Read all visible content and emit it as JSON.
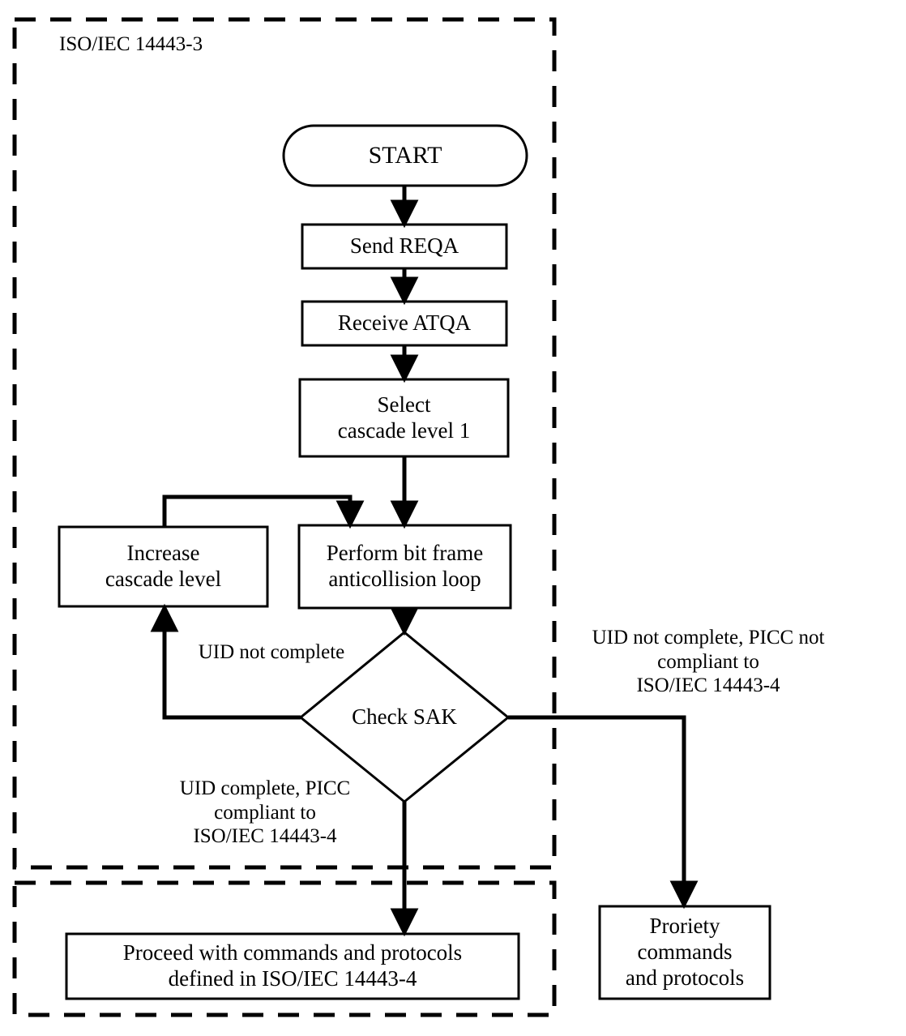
{
  "diagram": {
    "title_alt": "ISO/IEC 14443 PICC activation flowchart",
    "stroke_color": "#000000",
    "fill_color": "#ffffff",
    "background": "#ffffff"
  },
  "groups": [
    {
      "id": "group-14443-3",
      "label": "ISO/IEC 14443-3",
      "style": "dashed"
    },
    {
      "id": "group-14443-4",
      "label": "",
      "style": "dashed"
    }
  ],
  "nodes": [
    {
      "id": "start",
      "shape": "terminator",
      "label": "START"
    },
    {
      "id": "send-reqa",
      "shape": "process",
      "label": "Send REQA"
    },
    {
      "id": "receive-atqa",
      "shape": "process",
      "label": "Receive ATQA"
    },
    {
      "id": "select-cascade",
      "shape": "process",
      "label": "Select\ncascade level 1"
    },
    {
      "id": "increase-cascade",
      "shape": "process",
      "label": "Increase\ncascade level"
    },
    {
      "id": "anticollision",
      "shape": "process",
      "label": "Perform bit frame\nanticollision loop"
    },
    {
      "id": "check-sak",
      "shape": "decision",
      "label": "Check SAK"
    },
    {
      "id": "proceed",
      "shape": "process",
      "label": "Proceed with commands and protocols\ndefined in ISO/IEC 14443-4"
    },
    {
      "id": "proprietary",
      "shape": "process",
      "label": "Proriety\ncommands\nand protocols"
    }
  ],
  "edge_labels": {
    "uid_not_complete": "UID not complete",
    "uid_not_complete_noncompliant": "UID not complete, PICC not\ncompliant to\nISO/IEC 14443-4",
    "uid_complete_compliant": "UID complete, PICC\ncompliant to\nISO/IEC 14443-4"
  },
  "edges": [
    {
      "from": "start",
      "to": "send-reqa",
      "label": ""
    },
    {
      "from": "send-reqa",
      "to": "receive-atqa",
      "label": ""
    },
    {
      "from": "receive-atqa",
      "to": "select-cascade",
      "label": ""
    },
    {
      "from": "select-cascade",
      "to": "anticollision",
      "label": ""
    },
    {
      "from": "anticollision",
      "to": "check-sak",
      "label": ""
    },
    {
      "from": "check-sak",
      "to": "increase-cascade",
      "label": "UID not complete"
    },
    {
      "from": "increase-cascade",
      "to": "anticollision",
      "label": ""
    },
    {
      "from": "check-sak",
      "to": "proprietary",
      "label": "UID not complete, PICC not compliant to ISO/IEC 14443-4"
    },
    {
      "from": "check-sak",
      "to": "proceed",
      "label": "UID complete, PICC compliant to ISO/IEC 14443-4"
    }
  ]
}
